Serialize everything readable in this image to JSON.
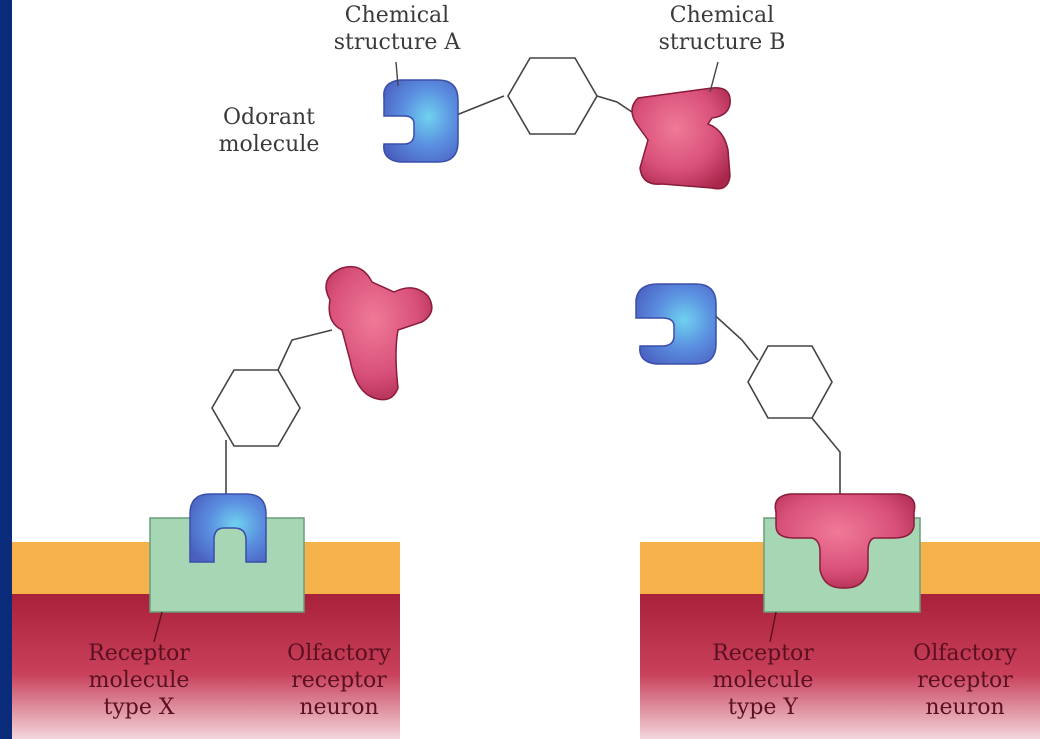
{
  "labels": {
    "chemical_structure_a": [
      "Chemical",
      "structure A"
    ],
    "chemical_structure_b": [
      "Chemical",
      "structure B"
    ],
    "odorant_molecule": [
      "Odorant",
      "molecule"
    ],
    "receptor_x": [
      "Receptor",
      "molecule",
      "type X"
    ],
    "olfactory_neuron_left": [
      "Olfactory",
      "receptor",
      "neuron"
    ],
    "receptor_y": [
      "Receptor",
      "molecule",
      "type Y"
    ],
    "olfactory_neuron_right": [
      "Olfactory",
      "receptor",
      "neuron"
    ]
  },
  "colors": {
    "frame": "#0a2a7a",
    "structure_a": "#5b86d6",
    "structure_b": "#d8587a",
    "receptor": "#a7d6b4",
    "membrane": "#f5b24a",
    "cytoplasm": "#b5283d"
  }
}
